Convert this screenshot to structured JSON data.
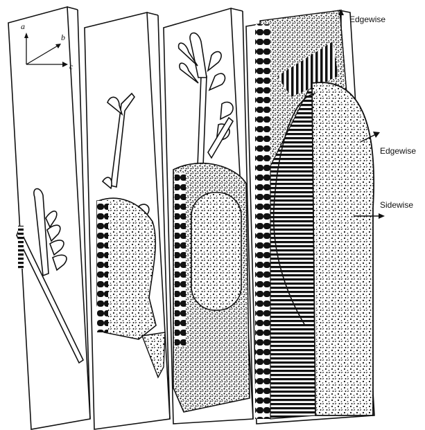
{
  "axes": {
    "a": "a",
    "b": "b",
    "c": "c"
  },
  "labels": {
    "edgewise_top": "Edgewise",
    "edgewise_side": "Edgewise",
    "sidewise": "Sidewise"
  }
}
